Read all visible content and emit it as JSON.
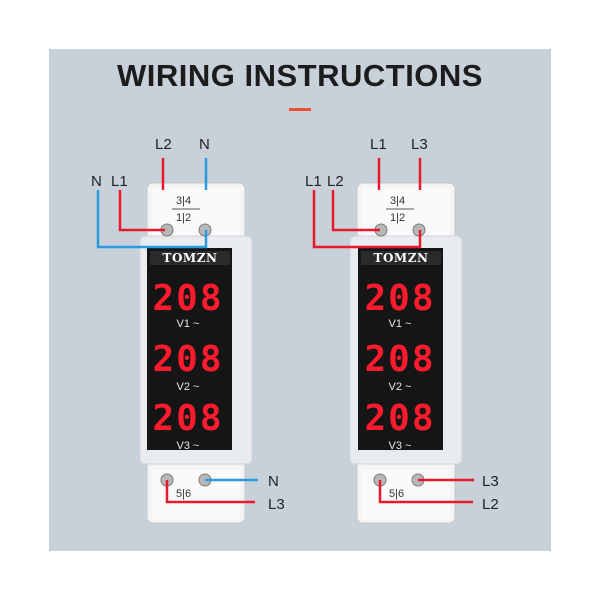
{
  "title": "WIRING INSTRUCTIONS",
  "colors": {
    "live_wire": "#e8192c",
    "neutral_wire": "#2b9be0",
    "display": "#ff1a2e",
    "accent": "#e8502e"
  },
  "meters": [
    {
      "brand": "TOMZN",
      "top_terminals": {
        "upper": "3|4",
        "lower": "1|2"
      },
      "bottom_terminals": "5|6",
      "top_wires": {
        "top_left": "L2",
        "top_right": "N",
        "side_outer": "N",
        "side_inner": "L1"
      },
      "bottom_wires": {
        "upper": "N",
        "lower": "L3"
      },
      "readings": [
        {
          "value": "208",
          "label": "V1 ~"
        },
        {
          "value": "208",
          "label": "V2 ~"
        },
        {
          "value": "208",
          "label": "V3 ~"
        }
      ]
    },
    {
      "brand": "TOMZN",
      "top_terminals": {
        "upper": "3|4",
        "lower": "1|2"
      },
      "bottom_terminals": "5|6",
      "top_wires": {
        "top_left": "L1",
        "top_right": "L3",
        "side_outer": "L1",
        "side_inner": "L2"
      },
      "bottom_wires": {
        "upper": "L3",
        "lower": "L2"
      },
      "readings": [
        {
          "value": "208",
          "label": "V1 ~"
        },
        {
          "value": "208",
          "label": "V2 ~"
        },
        {
          "value": "208",
          "label": "V3 ~"
        }
      ]
    }
  ]
}
